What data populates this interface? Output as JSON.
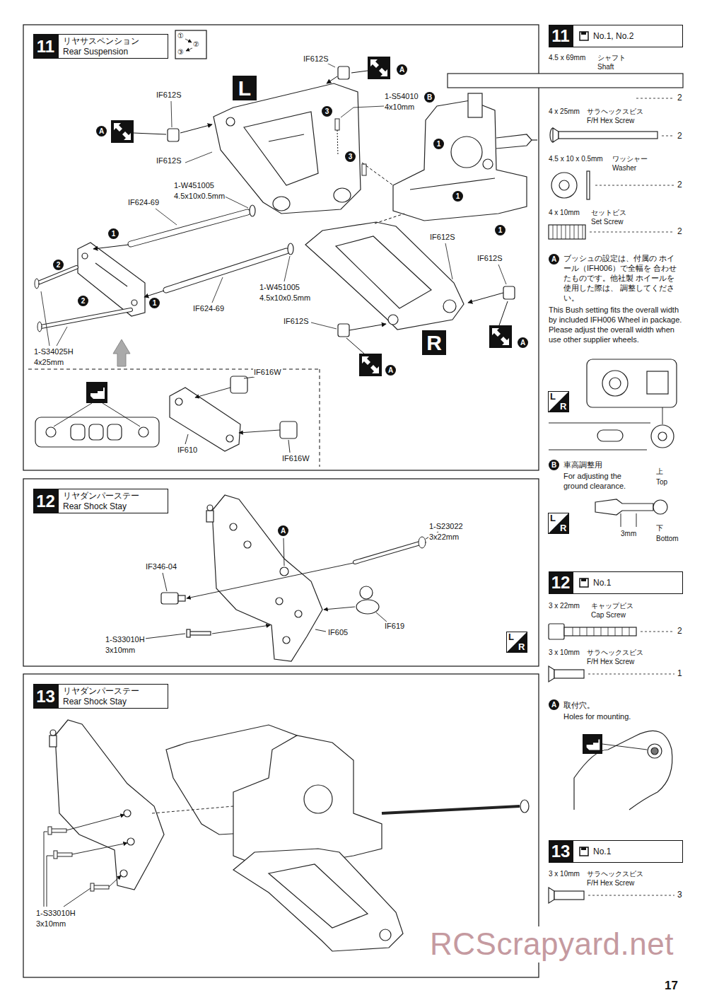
{
  "diagram": {
    "nodes": [
      {
        "text": [
          "11",
          "リヤサスペンション Rear Suspension"
        ]
      },
      {
        "text": [
          "L"
        ]
      },
      {
        "text": [
          "R"
        ]
      },
      {
        "text": [
          "12",
          "リヤダンパーステー Rear Shock Stay"
        ]
      },
      {
        "text": [
          "13",
          "リヤダンパーステー Rear Shock Stay"
        ]
      },
      {
        "text": [
          "11",
          "No.1, No.2"
        ]
      },
      {
        "text": [
          "12",
          "No.1"
        ]
      },
      {
        "text": [
          "13",
          "No.1"
        ]
      }
    ],
    "labels": [
      "①",
      "②",
      "③",
      "IF612S",
      "A",
      "IF612S",
      "A",
      "1-S54010",
      "B",
      "4x10mm",
      "3",
      "IF612S",
      "3",
      "1",
      "1-W451005",
      "4.5x10x0.5mm",
      "IF624-69",
      "1",
      "1",
      "1",
      "IF612S",
      "IF612S",
      "2",
      "1-W451005",
      "4.5x10x0.5mm",
      "1",
      "IF624-69",
      "2",
      "IF612S",
      "1-S34025H",
      "4x25mm",
      "A",
      "A",
      "IF616W",
      "IF610",
      "IF616W",
      "1-S23022",
      "3x22mm",
      "A",
      "IF346-04",
      "IF619",
      "IF605",
      "1-S33010H",
      "3x10mm",
      "L",
      "R",
      "1-S33010H",
      "3x10mm",
      "4.5 x 69mm",
      "シャフト",
      "Shaft",
      "2",
      "4 x 25mm",
      "サラヘックスビス",
      "F/H Hex Screw",
      "2",
      "4.5 x 10 x 0.5mm",
      "ワッシャー",
      "Washer",
      "2",
      "4 x 10mm",
      "セットビス",
      "Set Screw",
      "2",
      "A",
      "ブッシュの設定は、付属の ホイール（IFH006）で全幅を 合わせたものです。他社製 ホイールを使用した際は、 調整してください。",
      "This Bush setting fits the overall width by included IFH006 Wheel in package. Please adjust the overall width when use other supplier wheels.",
      "L",
      "R",
      "B",
      "車高調整用",
      "For adjusting the ground clearance.",
      "上",
      "Top",
      "L",
      "R",
      "3mm",
      "下",
      "Bottom",
      "3 x 22mm",
      "キャップビス",
      "Cap Screw",
      "2",
      "3 x 10mm",
      "サラヘックスビス",
      "F/H Hex Screw",
      "1",
      "A",
      "取付穴。",
      "Holes for mounting.",
      "3 x 10mm",
      "サラヘックスビス",
      "F/H Hex Screw",
      "3",
      "RCScrapyard.net",
      "17"
    ]
  }
}
